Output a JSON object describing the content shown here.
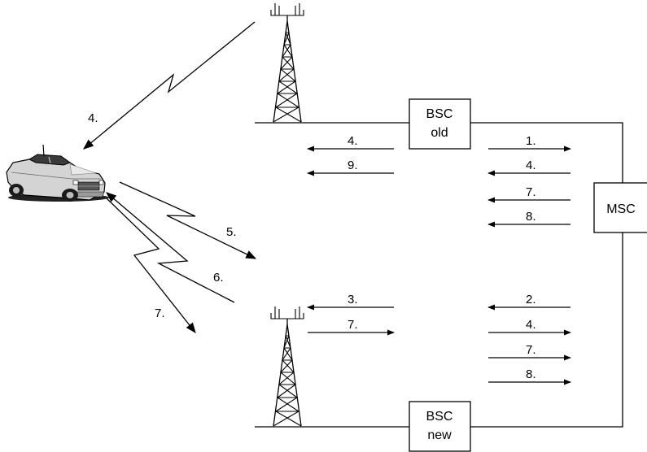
{
  "boxes": {
    "bsc_old": [
      "BSC",
      "old"
    ],
    "bsc_new": [
      "BSC",
      "new"
    ],
    "msc": "MSC"
  },
  "messages": {
    "bsc_old_to_bts": [
      "4.",
      "9."
    ],
    "msc_bsc_old": [
      "1.",
      "4.",
      "7.",
      "8."
    ],
    "bsc_new_to_bts": [
      "3.",
      "7."
    ],
    "msc_bsc_new": [
      "2.",
      "4.",
      "7.",
      "8."
    ],
    "radio": [
      "4.",
      "5.",
      "6.",
      "7."
    ]
  },
  "colors": {
    "line": "#000000",
    "car_body": "#d4d4d4",
    "background": "#ffffff"
  }
}
